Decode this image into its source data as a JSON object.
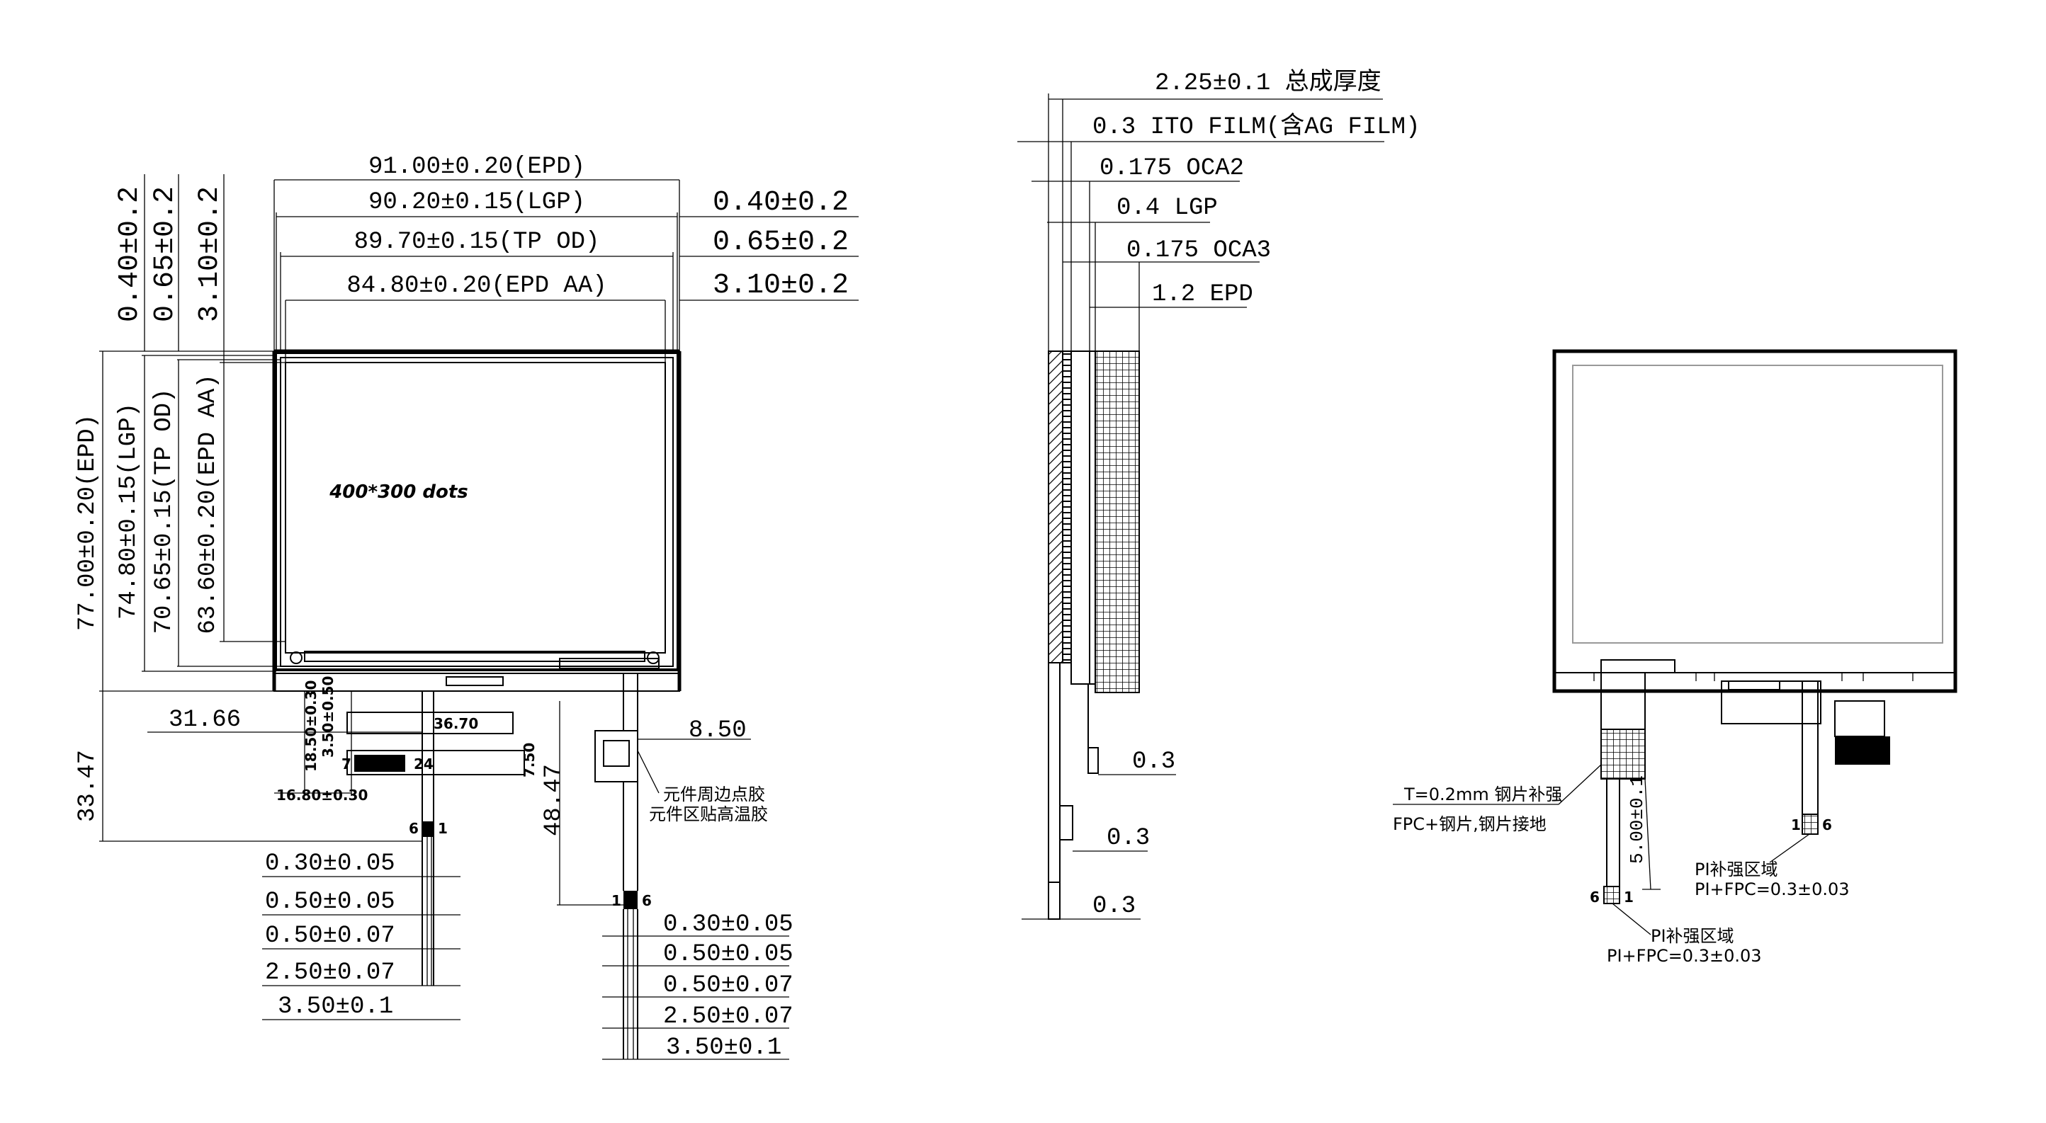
{
  "front_view": {
    "width_dims": [
      "91.00±0.20(EPD)",
      "90.20±0.15(LGP)",
      "89.70±0.15(TP OD)",
      "84.80±0.20(EPD AA)"
    ],
    "right_margin_dims": [
      "0.40±0.2",
      "0.65±0.2",
      "3.10±0.2"
    ],
    "top_margin_dims": [
      "0.40±0.2",
      "0.65±0.2",
      "3.10±0.2"
    ],
    "height_dims": [
      "77.00±0.20(EPD)",
      "74.80±0.15(LGP)",
      "70.65±0.15(TP OD)",
      "63.60±0.20(EPD AA)"
    ],
    "resolution": "400*300 dots",
    "fpc_dims": {
      "tail_length": "33.47",
      "offset": "31.66",
      "connector_width": "36.70",
      "h1": "18.50±0.30",
      "h2": "3.50±0.50",
      "d1": "7.50",
      "w1": "16.80±0.30",
      "pin_a": "7",
      "pin_b": "24",
      "fpc2_offset": "8.50",
      "fpc2_length": "48.47"
    },
    "component_note": [
      "元件周边点胶",
      "元件区贴高温胶"
    ],
    "pin_start": "1",
    "pin_end": "6",
    "left_tail_dims": [
      "0.30±0.05",
      "0.50±0.05",
      "0.50±0.07",
      "2.50±0.07",
      "3.50±0.1"
    ],
    "right_tail_dims": [
      "0.30±0.05",
      "0.50±0.05",
      "0.50±0.07",
      "2.50±0.07",
      "3.50±0.1"
    ]
  },
  "side_view": {
    "layers": [
      "2.25±0.1 总成厚度",
      "0.3 ITO FILM(含AG FILM)",
      "0.175  OCA2",
      "0.4 LGP",
      "0.175  OCA3",
      "1.2 EPD"
    ],
    "bottom_dims": [
      "0.3",
      "0.3",
      "0.3"
    ]
  },
  "back_view": {
    "stiffener_note": [
      "T=0.2mm 钢片补强",
      "FPC+钢片,钢片接地"
    ],
    "tail_dim": "5.00±0.1",
    "pi_note_1": [
      "PI补强区域",
      "PI+FPC=0.3±0.03"
    ],
    "pi_note_2": [
      "PI补强区域",
      "PI+FPC=0.3±0.03"
    ],
    "pin_1": "1",
    "pin_6": "6"
  }
}
